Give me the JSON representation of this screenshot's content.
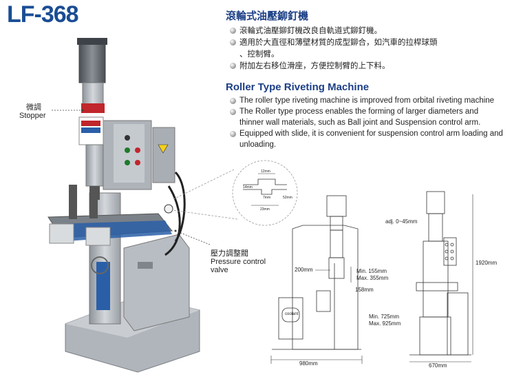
{
  "model": "LF-368",
  "zh": {
    "title": "滾輪式油壓鉚釘機",
    "bullets": [
      "滾輪式油壓鉚釘機改良自軌道式鉚釘機。",
      "適用於大直徑和薄壁材質的成型鉚合，如汽車的拉桿球頭",
      "、控制臂。",
      "附加左右移位滑座，方便控制臂的上下料。"
    ]
  },
  "en": {
    "title": "Roller Type Riveting Machine",
    "bullets": [
      "The roller type riveting machine is improved from orbital riveting machine",
      "The Roller type process enables the forming of larger diameters and thinner wall materials, such as Ball joint and Suspension control arm.",
      "Equipped with slide, it is convenient for suspension control arm loading and unloading."
    ]
  },
  "callouts": {
    "stopper_zh": "微調",
    "stopper_en": "Stopper",
    "valve_zh": "壓力調整閥",
    "valve_en1": "Pressure control",
    "valve_en2": "valve"
  },
  "dimensions": {
    "detail_12": "12mm",
    "detail_14": "14mm",
    "detail_7": "7mm",
    "detail_52": "52mm",
    "detail_23": "23mm",
    "throat": "200mm",
    "stroke_min": "Min. 155mm",
    "stroke_max": "Max. 355mm",
    "d158": "158mm",
    "table_min": "Min. 725mm",
    "table_max": "Max. 925mm",
    "width": "980mm",
    "adj": "adj. 0~45mm",
    "height": "1920mm",
    "depth": "670mm",
    "coolant": "coolant"
  },
  "colors": {
    "title_blue": "#1c3f85",
    "model_blue": "#1a4d94",
    "machine_gray": "#b8bdc3",
    "machine_blue": "#2a5fa8"
  }
}
